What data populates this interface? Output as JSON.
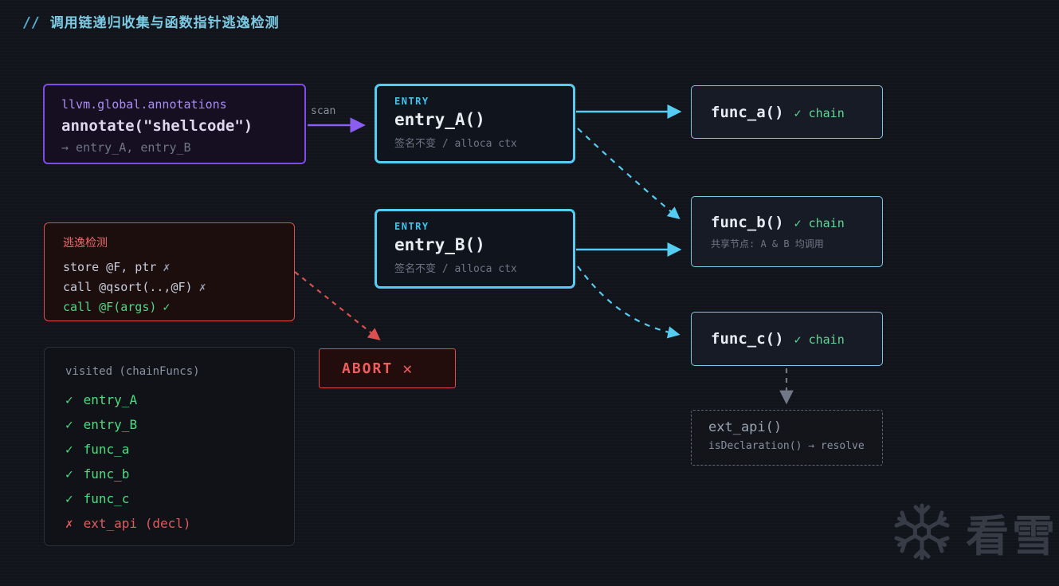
{
  "title": {
    "slashes": "//",
    "text": "调用链递归收集与函数指针逃逸检测"
  },
  "annotations_box": {
    "line1": "llvm.global.annotations",
    "line2": "annotate(\"shellcode\")",
    "line3": "→ entry_A, entry_B"
  },
  "scan_arrow_label": "scan",
  "entry_a": {
    "tag": "ENTRY",
    "name": "entry_A()",
    "subtitle": "签名不变 / alloca ctx"
  },
  "entry_b": {
    "tag": "ENTRY",
    "name": "entry_B()",
    "subtitle": "签名不变 / alloca ctx"
  },
  "func_a": {
    "name": "func_a()",
    "badge": "✓ chain"
  },
  "func_b": {
    "name": "func_b()",
    "badge": "✓ chain",
    "subtitle": "共享节点: A & B 均调用"
  },
  "func_c": {
    "name": "func_c()",
    "badge": "✓ chain"
  },
  "escape_box": {
    "title": "逃逸检测",
    "lines": [
      {
        "code": "store @F, ptr",
        "mark": "✗",
        "ok": false
      },
      {
        "code": "call @qsort(..,@F)",
        "mark": "✗",
        "ok": false
      },
      {
        "code": "call @F(args)",
        "mark": "✓",
        "ok": true
      }
    ]
  },
  "abort_box": {
    "label": "ABORT",
    "mark": "✕"
  },
  "visited_box": {
    "title": "visited (chainFuncs)",
    "items": [
      {
        "mark": "✓",
        "name": "entry_A"
      },
      {
        "mark": "✓",
        "name": "entry_B"
      },
      {
        "mark": "✓",
        "name": "func_a"
      },
      {
        "mark": "✓",
        "name": "func_b"
      },
      {
        "mark": "✓",
        "name": "func_c"
      },
      {
        "mark": "✗",
        "name": "ext_api (decl)"
      }
    ]
  },
  "ext_api_box": {
    "name": "ext_api()",
    "subtitle": "isDeclaration() → resolve"
  },
  "watermark": {
    "text": "看雪"
  },
  "colors": {
    "background": "#12141b",
    "title_cyan": "#7bcbe4",
    "purple_accent": "#7c4dea",
    "cyan_accent": "#55cdf2",
    "green_status": "#4ade80",
    "red_status": "#e05252",
    "muted_gray": "#6d7586"
  }
}
